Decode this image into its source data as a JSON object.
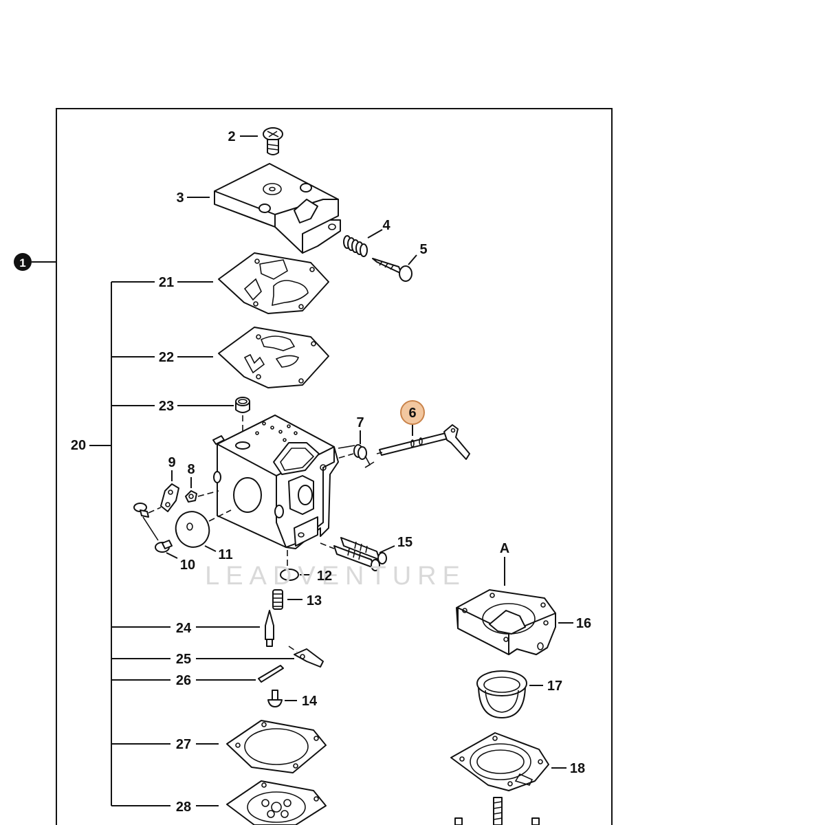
{
  "assembly": {
    "number": "1"
  },
  "view_label": "A",
  "highlighted_part": "6",
  "watermark": "LEADVENTURE",
  "callouts": {
    "p2": "2",
    "p3": "3",
    "p4": "4",
    "p5": "5",
    "p6": "6",
    "p7": "7",
    "p8": "8",
    "p9": "9",
    "p10": "10",
    "p11": "11",
    "p12": "12",
    "p13": "13",
    "p14": "14",
    "p15": "15",
    "p16": "16",
    "p17": "17",
    "p18": "18",
    "p20": "20",
    "p21": "21",
    "p22": "22",
    "p23": "23",
    "p24": "24",
    "p25": "25",
    "p26": "26",
    "p27": "27",
    "p28": "28"
  },
  "colors": {
    "line": "#111111",
    "highlight_fill": "#f2c7a0",
    "highlight_stroke": "#c9834a",
    "watermark": "#d9d9d9"
  }
}
